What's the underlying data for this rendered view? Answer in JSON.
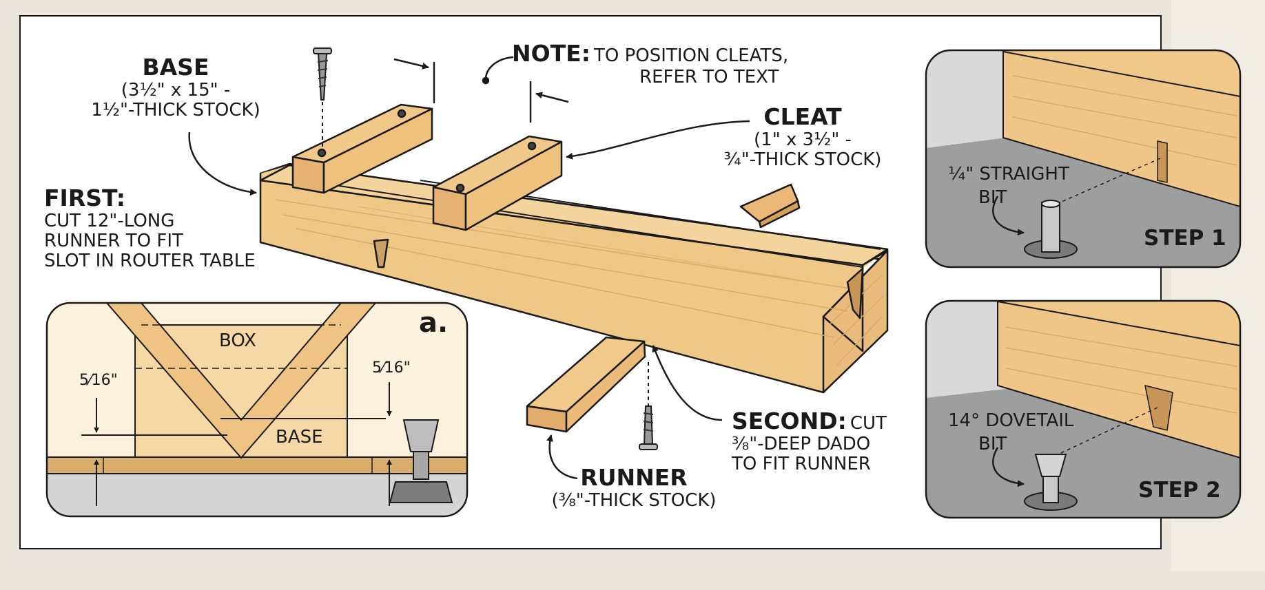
{
  "labels": {
    "base": {
      "title": "BASE",
      "line1": "(3½\" x 15\" -",
      "line2": "1½\"-THICK STOCK)"
    },
    "note": {
      "title": "NOTE:",
      "line1": "TO POSITION CLEATS,",
      "line2": "REFER TO TEXT"
    },
    "cleat": {
      "title": "CLEAT",
      "line1": "(1\" x 3½\" -",
      "line2": "¾\"-THICK STOCK)"
    },
    "first": {
      "title": "FIRST:",
      "line1": "CUT 12\"-LONG",
      "line2": "RUNNER TO FIT",
      "line3": "SLOT IN ROUTER TABLE"
    },
    "second": {
      "title": "SECOND:",
      "title_rest": "CUT",
      "line1": "⅜\"-DEEP DADO",
      "line2": "TO FIT RUNNER"
    },
    "runner": {
      "title": "RUNNER",
      "line1": "(⅜\"-THICK STOCK)"
    }
  },
  "inset_a": {
    "tag": "a.",
    "box": "BOX",
    "base": "BASE",
    "dim_left": "5⁄16\"",
    "dim_right": "5⁄16\""
  },
  "step1": {
    "line1": "¼\" STRAIGHT",
    "line2": "BIT",
    "title": "STEP 1"
  },
  "step2": {
    "line1": "14° DOVETAIL",
    "line2": "BIT",
    "title": "STEP 2"
  },
  "colors": {
    "wood": "#f0c98a",
    "wood_dark": "#dca866",
    "wood_end": "#e8b777",
    "table_gray": "#b7b7b7",
    "inset_bg": "#fbf1dc",
    "ink": "#1a1a1a"
  }
}
